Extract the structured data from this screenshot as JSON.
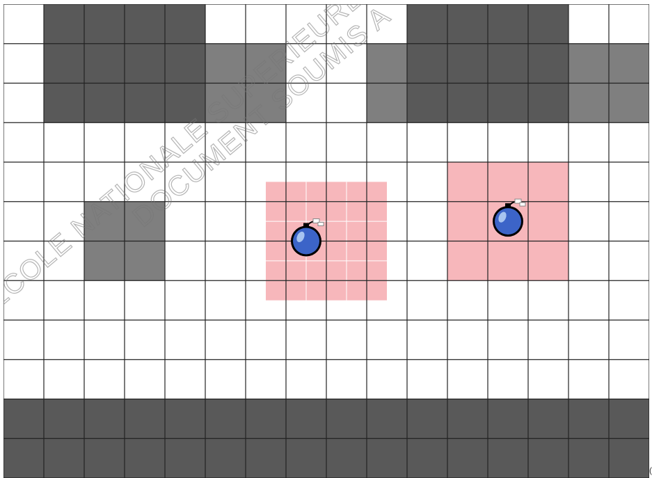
{
  "board": {
    "cols": 16,
    "rows": 12,
    "colors": {
      "empty": "#ffffff",
      "wall_dark": "#595959",
      "wall_soft": "#7f7f7f",
      "blast_zone": "#f7b7bb",
      "grid_line": "#222222",
      "blast_grid_line": "#ffffff",
      "bomb_body": "#3c64c8",
      "bomb_highlight": "#a8c4f0"
    },
    "legend_codes": {
      "e": "empty",
      "d": "wall_dark",
      "s": "wall_soft"
    },
    "tiles": [
      "eddddeeeeeddddee",
      "eddddsseesddddss",
      "eddddsseesddddss",
      "eeeeeeeeeeeeeeee",
      "eeeeeeeeeeeeeeee",
      "eesseeeeeeeeeeee",
      "eesseeeeeeeeeeee",
      "eeeeeeeeeeeeeeee",
      "eeeeeeeeeeeeeeee",
      "eeeeeeeeeeeeeeee",
      "dddddddddddddddd",
      "dddddddddddddddd"
    ],
    "blast_zones": [
      {
        "col_start": 6.5,
        "col_end": 9.5,
        "row_start": 4.5,
        "row_end": 7.5,
        "subdivided": true
      },
      {
        "col_start": 11,
        "col_end": 14,
        "row_start": 4,
        "row_end": 7,
        "subdivided": false
      }
    ],
    "bombs": [
      {
        "col": 7.5,
        "row": 6,
        "icon": "bomb-icon"
      },
      {
        "col": 12.5,
        "row": 5.5,
        "icon": "bomb-icon"
      }
    ]
  },
  "watermark": {
    "line_1": "ECOLE NATIONALE SUPERIEURE A",
    "line_2": "DOCUMENT SOUMIS A",
    "color": "#8a8a8a"
  },
  "stray_mark": "("
}
